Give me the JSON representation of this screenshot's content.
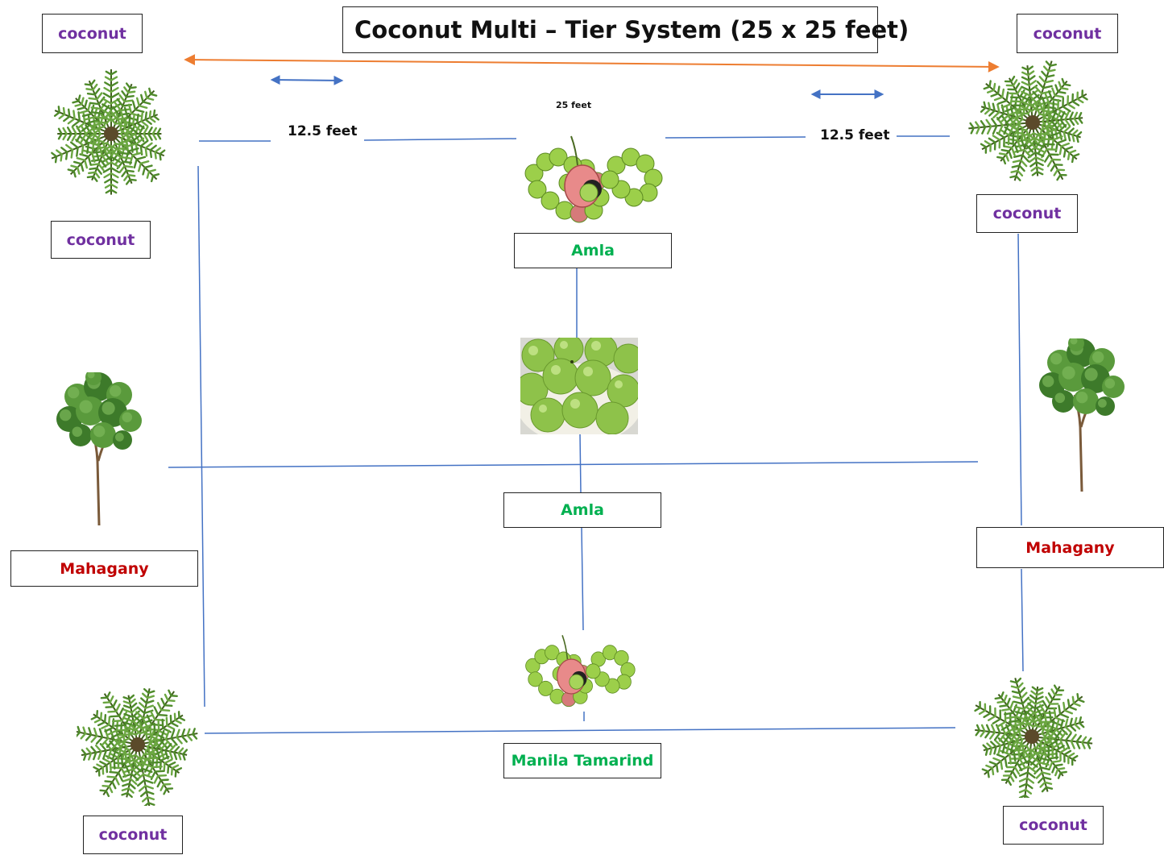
{
  "diagram": {
    "title": "Coconut Multi – Tier System (25 x 25 feet)",
    "labels": {
      "coconut_top_left": "coconut",
      "coconut_top_left_below": "coconut",
      "coconut_top_right": "coconut",
      "coconut_top_right_below": "coconut",
      "coconut_bottom_left": "coconut",
      "coconut_bottom_right": "coconut",
      "mahagany_left": "Mahagany",
      "mahagany_right": "Mahagany",
      "amla_top": "Amla",
      "amla_middle": "Amla",
      "manila_tamarind": "Manila Tamarind"
    },
    "dimensions": {
      "total_width": "25 feet",
      "half_left": "12.5 feet",
      "half_right": "12.5 feet"
    },
    "colors": {
      "coconut_text": "#7030a0",
      "mahagany_text": "#c00000",
      "amla_text": "#00b050",
      "guide_lines": "#4472c4",
      "main_arrow": "#ed7d31"
    },
    "icons": [
      "coconut-palm-icon",
      "mahogany-tree-icon",
      "manila-tamarind-fruit-icon",
      "amla-fruit-bowl-icon"
    ]
  }
}
